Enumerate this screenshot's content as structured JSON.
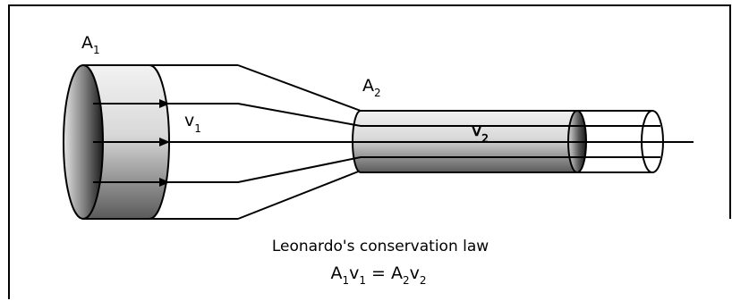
{
  "labels": {
    "a1": {
      "main": "A",
      "sub": "1"
    },
    "a2": {
      "main": "A",
      "sub": "2"
    },
    "v1": {
      "main": "v",
      "sub": "1"
    },
    "v2": {
      "main": "v",
      "sub": "2"
    }
  },
  "caption": {
    "title": "Leonardo's conservation law",
    "eq": {
      "a1": "A",
      "a1_sub": "1",
      "v1": "v",
      "v1_sub": "1",
      "equals": " = ",
      "a2": "A",
      "a2_sub": "2",
      "v2": "v",
      "v2_sub": "2"
    }
  }
}
